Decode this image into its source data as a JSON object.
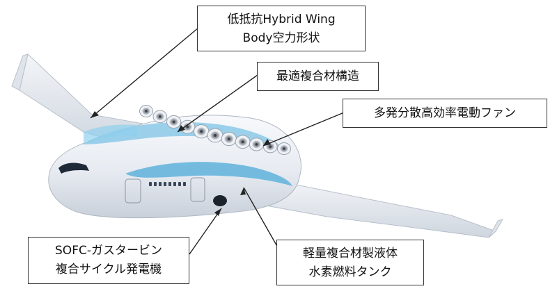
{
  "callouts": {
    "wing": {
      "line1": "低抵抗Hybrid Wing",
      "line2": "Body空力形状"
    },
    "struct": {
      "line1": "最適複合材構造"
    },
    "fan": {
      "line1": "多発分散高効率電動ファン"
    },
    "sofc": {
      "line1": "SOFC-ガスタービン",
      "line2": "複合サイクル発電機"
    },
    "tank": {
      "line1": "軽量複合材製液体",
      "line2": "水素燃料タンク"
    }
  },
  "colors": {
    "fuselage": "#e9edf3",
    "accent_blue": "#5fb2dc",
    "outline": "#333333"
  },
  "engine_count": 11
}
